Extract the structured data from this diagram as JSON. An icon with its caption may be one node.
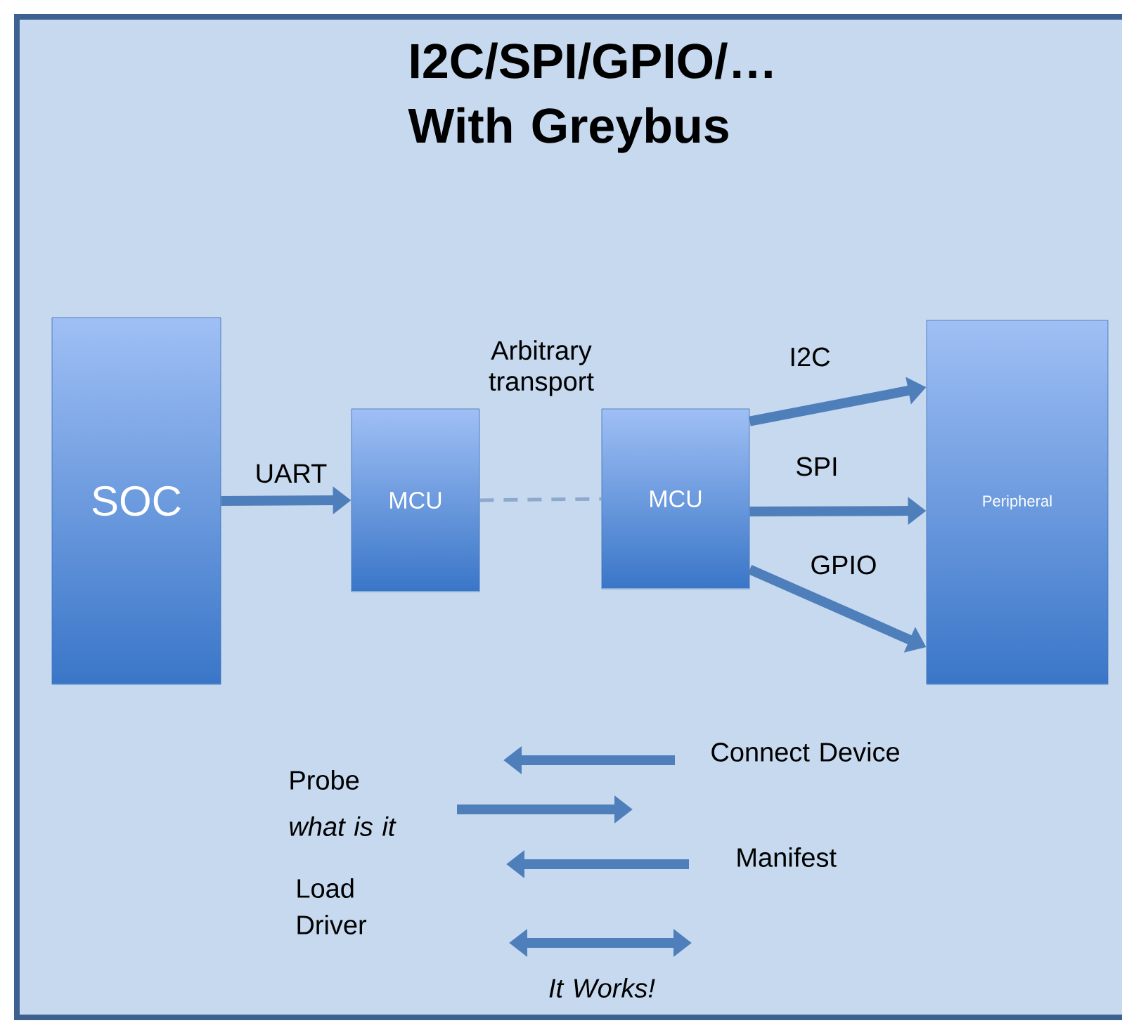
{
  "diagram": {
    "title": "I2C/SPI/GPIO/… With Greybus",
    "nodes": [
      {
        "text": [
          "SOC"
        ]
      },
      {
        "text": [
          "MCU"
        ]
      },
      {
        "text": [
          "MCU"
        ]
      },
      {
        "text": [
          "Peripheral"
        ]
      }
    ],
    "edges": [
      {
        "from": 0,
        "to": 1,
        "arrow": "to",
        "label": "UART"
      },
      {
        "from": 1,
        "to": 2,
        "arrow": "none",
        "label": "Arbitrary transport",
        "style": "dashed",
        "color": "#8ea9cc"
      },
      {
        "from": 2,
        "to": 3,
        "arrow": "to",
        "label": "I2C"
      },
      {
        "from": 2,
        "to": 3,
        "arrow": "to",
        "label": "SPI"
      },
      {
        "from": 2,
        "to": 3,
        "arrow": "to",
        "label": "GPIO"
      }
    ],
    "labels": [
      "Connect Device",
      "Probe",
      "what is it",
      "Manifest",
      "Load Driver",
      "It Works!"
    ]
  }
}
